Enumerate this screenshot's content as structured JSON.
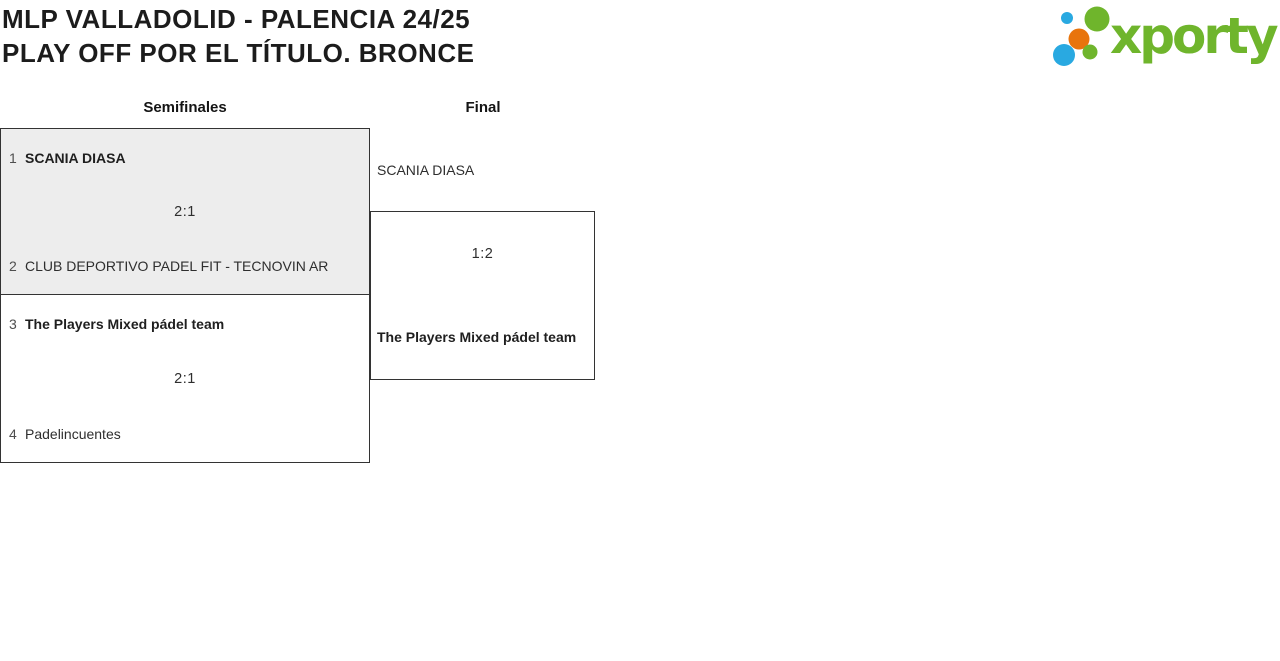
{
  "header": {
    "title_line1": "MLP VALLADOLID - PALENCIA 24/25",
    "title_line2": "PLAY OFF POR EL TÍTULO. BRONCE"
  },
  "logo": {
    "brand": "xporty",
    "dot_colors": {
      "blue": "#29a9e1",
      "orange": "#e8740c",
      "green": "#6fb52c"
    }
  },
  "rounds": {
    "semifinals_label": "Semifinales",
    "final_label": "Final"
  },
  "bracket": {
    "semifinal1": {
      "team1_seed": "1",
      "team1_name": "SCANIA DIASA",
      "score": "2:1",
      "team2_seed": "2",
      "team2_name": "CLUB DEPORTIVO PADEL FIT - TECNOVIN AR",
      "winner": "team1"
    },
    "semifinal2": {
      "team1_seed": "3",
      "team1_name": "The Players Mixed pádel team",
      "score": "2:1",
      "team2_seed": "4",
      "team2_name": "Padelincuentes",
      "winner": "team1"
    },
    "final": {
      "team1_name": "SCANIA DIASA",
      "score": "1:2",
      "team2_name": "The Players Mixed pádel team",
      "winner": "team2"
    }
  },
  "colors": {
    "brand_green": "#6fb52c",
    "brand_blue": "#29a9e1",
    "brand_orange": "#e8740c",
    "highlight_fill": "#ededed",
    "box_border": "#333333"
  }
}
